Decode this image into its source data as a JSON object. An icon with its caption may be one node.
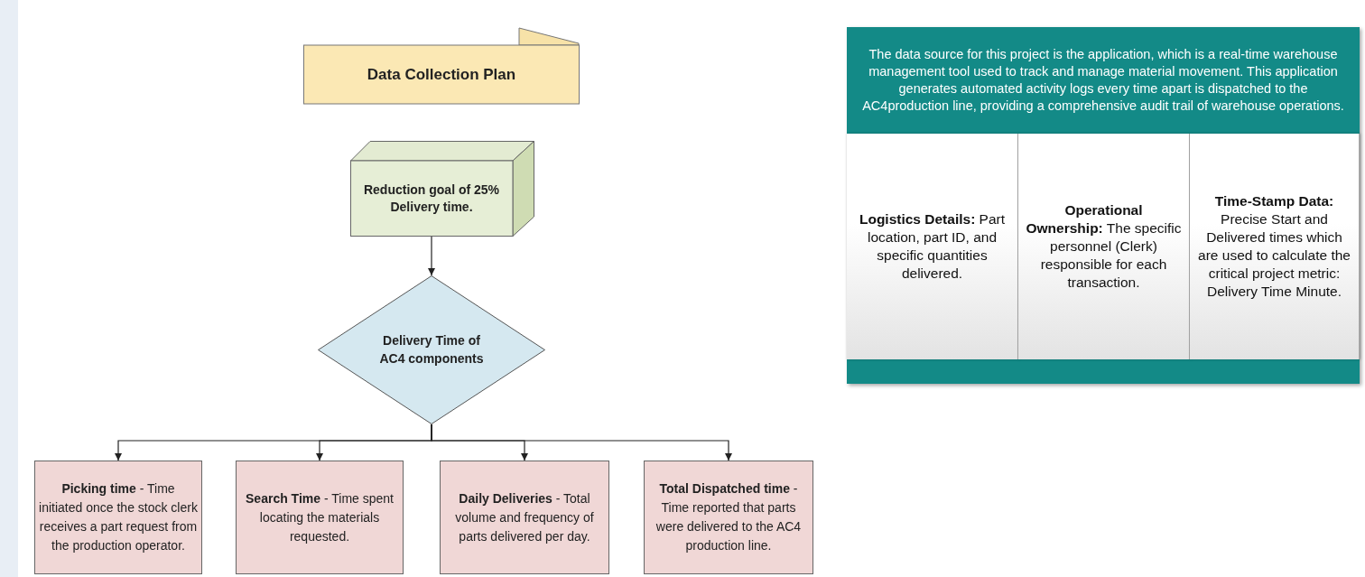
{
  "diagram": {
    "nodes": [
      {
        "text": [
          "Data Collection Plan"
        ]
      },
      {
        "text": [
          "Reduction goal of 25% Delivery time."
        ]
      },
      {
        "text": [
          "Delivery Time of AC4 components"
        ]
      },
      {
        "text": [
          "**Picking time** - Time initiated once the stock clerk receives a part request from the production operator."
        ]
      },
      {
        "text": [
          "**Search Time** - Time spent locating the materials requested."
        ]
      },
      {
        "text": [
          "**Daily Deliveries** - Total volume and frequency of parts delivered per day."
        ]
      },
      {
        "text": [
          "**Total Dispatched time** - Time reported that parts were delivered to the AC4 production line."
        ]
      },
      {
        "text": [
          "The  data source for this project is the application, which is a real-time warehouse management tool used to track and manage material movement. This application generates automated activity logs every time apart is dispatched to the AC4production line, providing a comprehensive audit trail of warehouse operations."
        ]
      },
      {
        "text": [
          "**Logistics Details:** Part location, part ID, and specific quantities delivered."
        ],
        "in": 7
      },
      {
        "text": [
          "**Operational Ownership:** The specific personnel (Clerk) responsible for each transaction."
        ],
        "in": 7
      },
      {
        "text": [
          "**Time-Stamp Data:** Precise Start and Delivered times which are used to calculate the critical project metric: Delivery Time Minute."
        ],
        "in": 7
      }
    ],
    "edges": [
      {
        "from": 1,
        "to": 2,
        "arrow": "to"
      },
      {
        "from": 2,
        "to": 3,
        "arrow": "to"
      },
      {
        "from": 2,
        "to": 4,
        "arrow": "to"
      },
      {
        "from": 2,
        "to": 5,
        "arrow": "to"
      },
      {
        "from": 2,
        "to": 6,
        "arrow": "to"
      }
    ]
  }
}
